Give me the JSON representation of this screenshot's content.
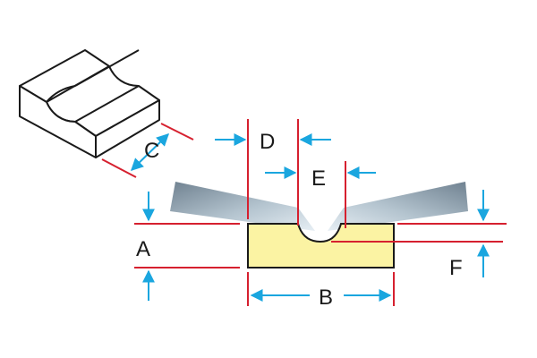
{
  "labels": {
    "a": "A",
    "b": "B",
    "c": "C",
    "d": "D",
    "e": "E",
    "f": "F"
  },
  "colors": {
    "dimension_line": "#d6202f",
    "arrow": "#1aa6df",
    "block_fill": "#fbf3a3",
    "outline": "#1a1a1a",
    "tool_blade_light": "#d9e6ef",
    "tool_blade_dark": "#8a9aa6"
  },
  "icons": {
    "block": "grooved-block-icon",
    "arrow": "triangle-arrowhead"
  }
}
